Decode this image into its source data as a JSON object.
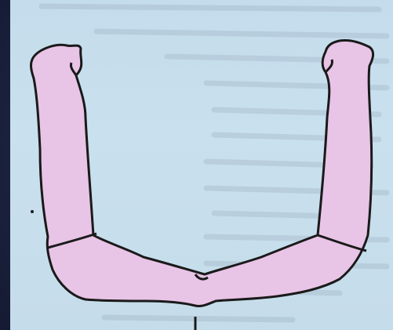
{
  "colors": {
    "background": "#1c2340",
    "page": "#c7deec",
    "fill": "#e8c4e6",
    "outline": "#1a1a1a",
    "bleed_through_text": "#9aa8b8"
  },
  "figure": {
    "shape": "mandibular-arch-outline",
    "segments": [
      "left-ramus",
      "left-body",
      "right-body",
      "right-ramus"
    ]
  }
}
